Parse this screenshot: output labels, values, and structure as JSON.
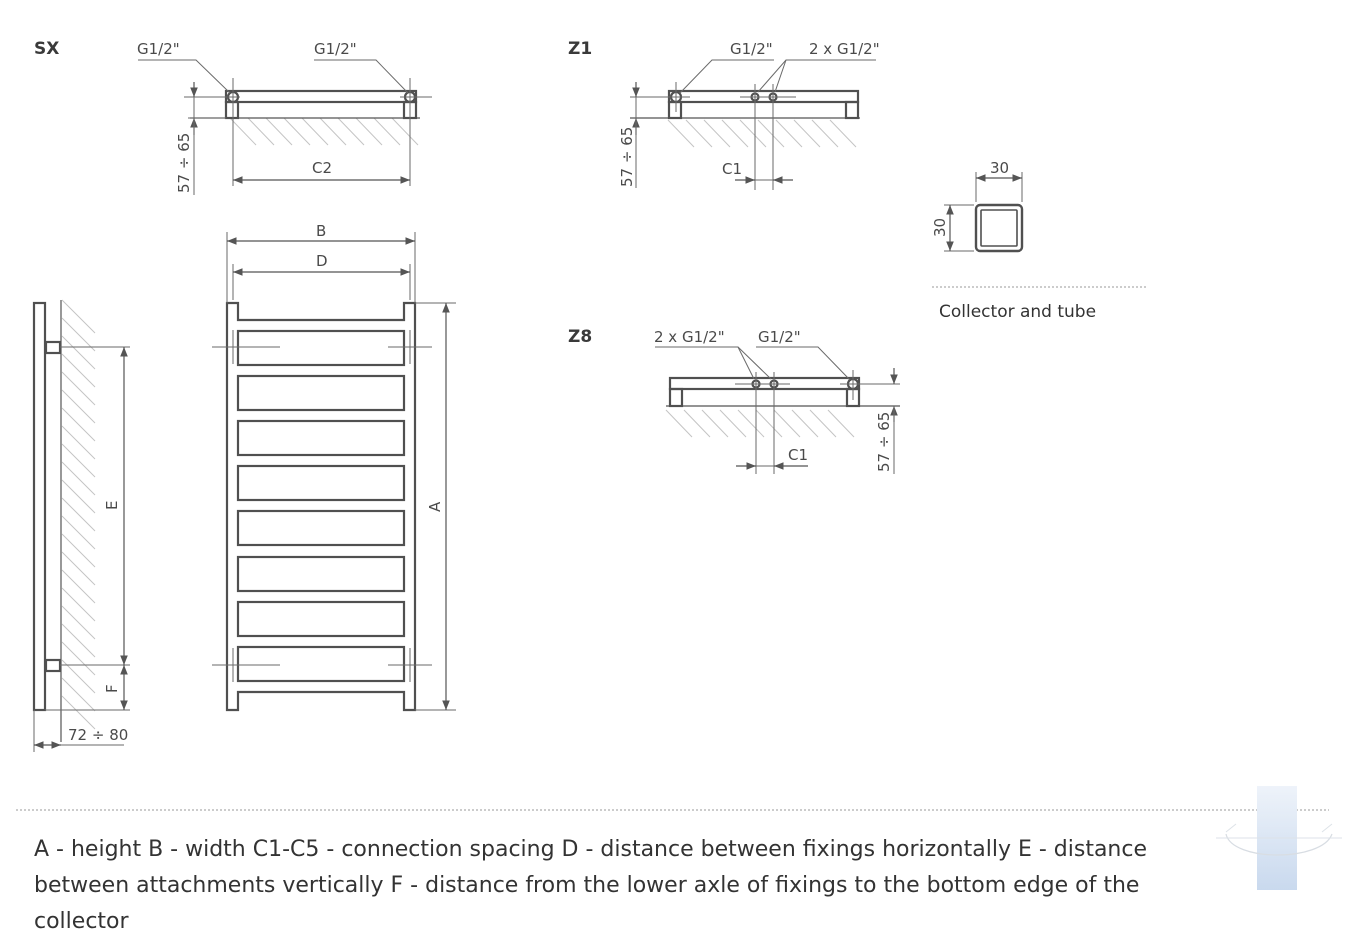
{
  "sections": {
    "sx": "SX",
    "z1": "Z1",
    "z8": "Z8"
  },
  "labels": {
    "g12": "G1/2\"",
    "g12_double": "2 x G1/2\"",
    "range_57_65": "57 ÷ 65",
    "range_72_80": "72 ÷ 80",
    "c1": "C1",
    "c2": "C2",
    "a": "A",
    "b": "B",
    "d": "D",
    "e": "E",
    "f": "F",
    "tube_size": "30"
  },
  "caption_collector": "Collector and tube",
  "legend": "A - height B - width C1-C5 - connection spacing D - distance between fixings horizontally E - distance between attachments vertically F - distance from the lower axle of fixings to the bottom edge of the collector"
}
